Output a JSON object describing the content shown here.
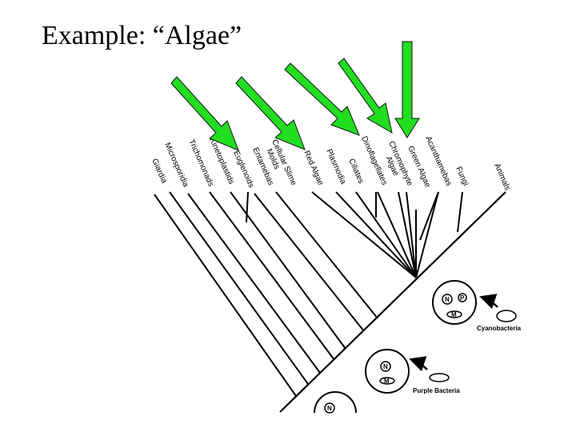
{
  "slide": {
    "title": "Example: “Algae”"
  },
  "taxa": [
    "Giardia",
    "Microsporidia",
    "Trichomonads",
    "Kinetoplastids",
    "Euglenoids",
    "Entamebas",
    "Cellular Slime Molds",
    "Red Algae",
    "Plasmodia",
    "Ciliates",
    "Dinoflagellates",
    "Chromophyte Algae",
    "Green Algae",
    "Acanthamebas",
    "Fungi",
    "Animals"
  ],
  "highlighted_taxa": [
    "Euglenoids",
    "Red Algae",
    "Dinoflagellates",
    "Chromophyte Algae",
    "Green Algae"
  ],
  "arrow_color": "#22dd22",
  "endosymbiosis": {
    "bacteria": [
      "Cyanobacteria",
      "Purple Bacteria"
    ],
    "cell_labels": {
      "nucleus": "N",
      "plastid": "P",
      "mitochondrion": "M"
    }
  }
}
